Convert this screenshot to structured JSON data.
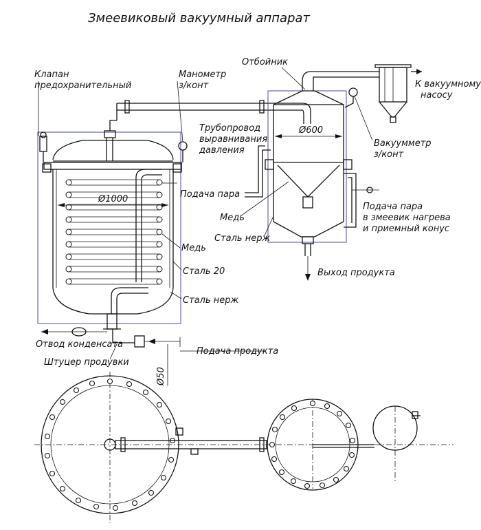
{
  "title": "Змеевиковый вакуумный аппарат",
  "labels": {
    "valve_line1": "Клапан",
    "valve_line2": "предохранительный",
    "manometer_line1": "Манометр",
    "manometer_line2": "з/конт",
    "separator": "Отбойник",
    "vacuum_pump_line1": "К вакуумному",
    "vacuum_pump_line2": "насосу",
    "diameter_600": "Ø600",
    "equalizer_line1": "Трубопровод",
    "equalizer_line2": "выравнивания",
    "equalizer_line3": "давления",
    "vacuummeter_line1": "Вакуумметр",
    "vacuummeter_line2": "з/конт",
    "steam_supply": "Подача пара",
    "copper_right": "Медь",
    "steel_stainless_right": "Сталь нерж",
    "steam_coil_line1": "Подача пара",
    "steam_coil_line2": "в змеевик нагрева",
    "steam_coil_line3": "и приемный конус",
    "product_out": "Выход продукта",
    "diameter_1000": "Ø1000",
    "copper": "Медь",
    "steel_20": "Сталь 20",
    "steel_stainless": "Сталь нерж",
    "condensate_out": "Отвод конденсата",
    "product_supply": "Подача продукта",
    "purge_fitting": "Штуцер продувки",
    "diameter_50": "Ø50"
  }
}
